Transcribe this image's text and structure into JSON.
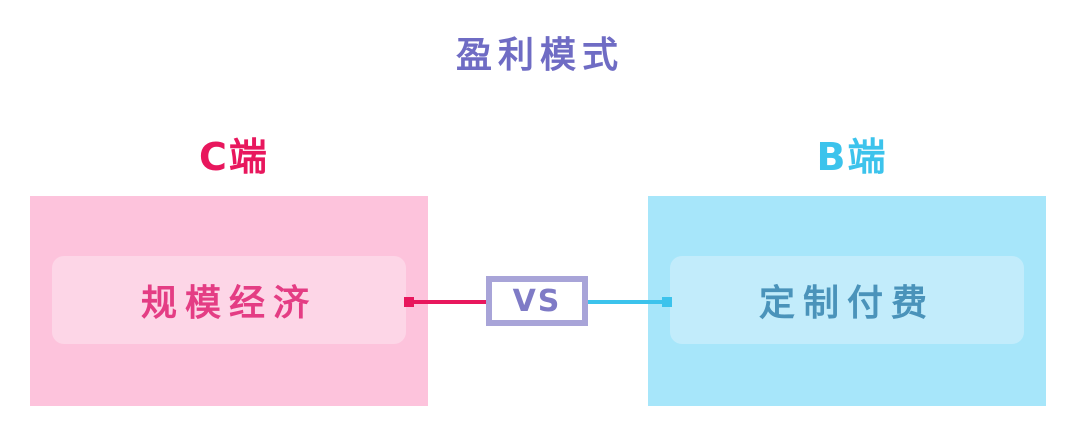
{
  "title": "盈利模式",
  "left": {
    "label": "C端",
    "content": "规模经济",
    "label_color": "#e8175d",
    "panel_color": "#fdc3dc"
  },
  "right": {
    "label": "B端",
    "content": "定制付费",
    "label_color": "#3cc3ec",
    "panel_color": "#a7e6fa"
  },
  "vs": "VS"
}
